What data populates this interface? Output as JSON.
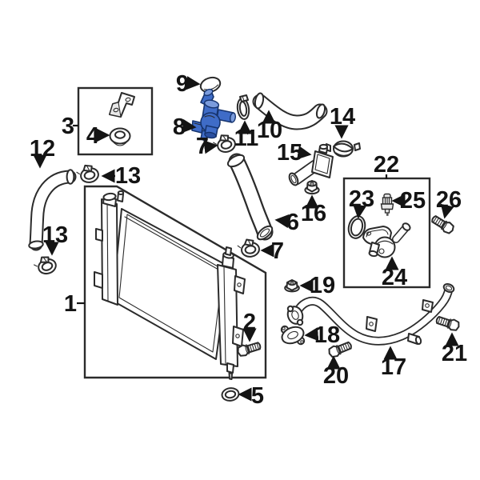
{
  "diagram": {
    "background_color": "#ffffff",
    "line_color": "#2b2b2b",
    "label_color": "#141414",
    "highlight_fill": "#3f6cc7",
    "highlight_stroke": "#16346e",
    "callouts": {
      "c1": "1",
      "c2": "2",
      "c3": "3",
      "c4": "4",
      "c5": "5",
      "c6": "6",
      "c7a": "7",
      "c7b": "7",
      "c8": "8",
      "c9": "9",
      "c10": "10",
      "c11": "11",
      "c12": "12",
      "c13a": "13",
      "c13b": "13",
      "c14": "14",
      "c15": "15",
      "c16": "16",
      "c17": "17",
      "c18": "18",
      "c19": "19",
      "c20": "20",
      "c21": "21",
      "c22": "22",
      "c23": "23",
      "c24": "24",
      "c25": "25",
      "c26": "26"
    }
  }
}
